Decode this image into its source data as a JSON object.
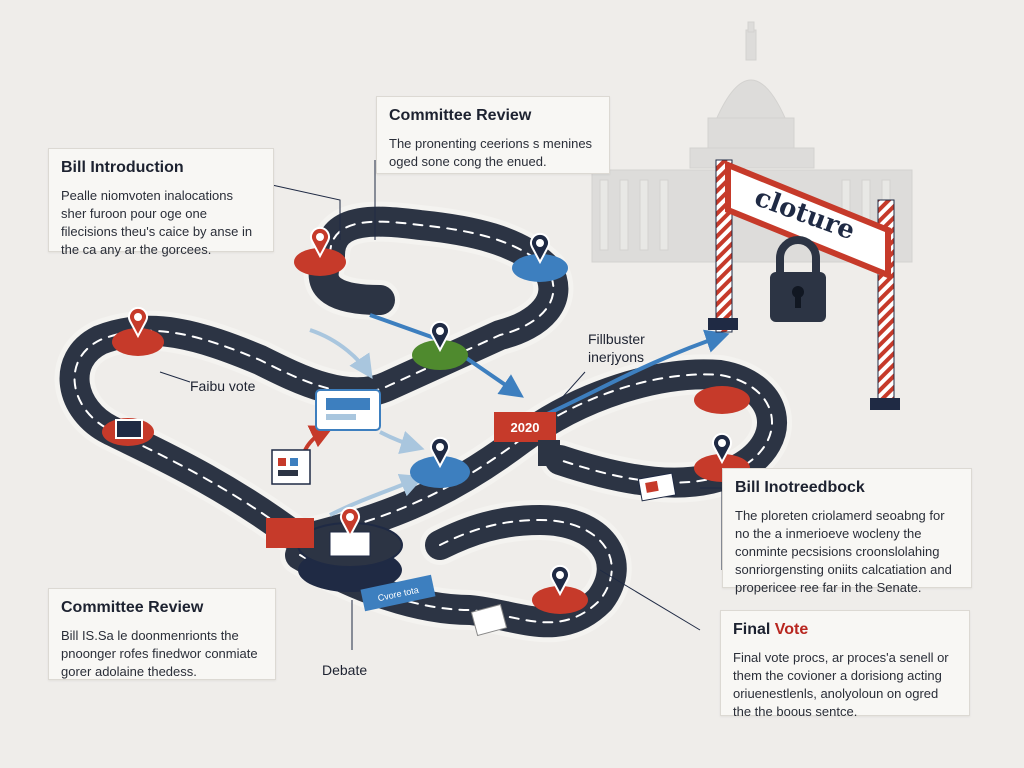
{
  "cards": {
    "bill_introduction": {
      "title": "Bill Introduction",
      "body": "Pealle niomvoten inalocations sher furoon pour oge one filecisions theu's caice by anse in the ca any ar the gorcees."
    },
    "committee_review_top": {
      "title": "Committee Review",
      "body": "The pronenting ceerions s menines oged sone cong the enued."
    },
    "bill_inotreedbock": {
      "title": "Bill Inotreedbock",
      "body": "The ploreten criolamerd seoabng for no the a inmerioeve wocleny the conminte pecsisions croonslolahing sonriorgensting oniits calcatiation and propericee ree far in the Senate."
    },
    "committee_review_bottom": {
      "title": "Committee Review",
      "body": "Bill IS.Sa le doonmenrionts the pnoonger rofes finedwor conmiate gorer adolaine thedess."
    },
    "final_vote": {
      "title_prefix": "Final ",
      "title_accent": "Vote",
      "body": "Final vote procs, ar proces'a senell or them the covioner a dorisiong acting oriuenestlenls, anolyoloun on ogred the the boous sentce."
    }
  },
  "labels": {
    "faibu_vote": "Faibu vote",
    "filibuster": "Fillbuster\ninerjyons",
    "debate": "Debate",
    "cloture": "cloture",
    "sign_2020": "2020",
    "blue_sign": "Cvore tota"
  },
  "colors": {
    "road": "#2c3444",
    "road_edge": "#f4f3f0",
    "accent_red": "#c63a2a",
    "accent_blue": "#3d7fbf",
    "accent_green": "#4f8a2e",
    "navy": "#1f2a44",
    "capitol": "#c9c9c7"
  },
  "icons": [
    "capitol-icon",
    "padlock-icon",
    "pin-icon",
    "gavel-icon",
    "document-icon",
    "arrow-icon"
  ]
}
